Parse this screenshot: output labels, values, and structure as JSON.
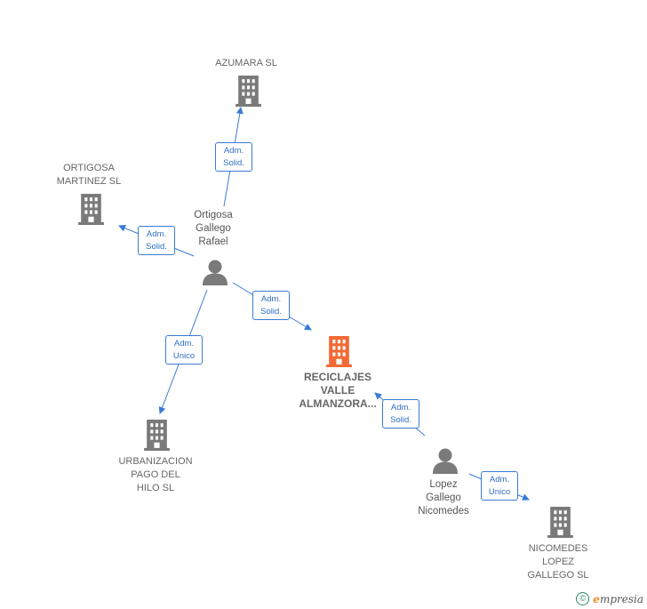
{
  "colors": {
    "company_icon": "#7a7a7a",
    "main_company_icon": "#f26a35",
    "person_icon": "#7a7a7a",
    "edge": "#3a7bd5"
  },
  "nodes": {
    "azumara": {
      "label": "AZUMARA SL",
      "icon": "building-icon"
    },
    "ortigosa_martinez": {
      "label": "ORTIGOSA\nMARTINEZ SL",
      "icon": "building-icon"
    },
    "ortigosa_rafael": {
      "label": "Ortigosa\nGallego\nRafael",
      "icon": "person-icon"
    },
    "reciclajes": {
      "label": "RECICLAJES\nVALLE\nALMANZORA...",
      "icon": "building-icon"
    },
    "urbanizacion": {
      "label": "URBANIZACION\nPAGO DEL\nHILO  SL",
      "icon": "building-icon"
    },
    "lopez_nicomedes": {
      "label": "Lopez\nGallego\nNicomedes",
      "icon": "person-icon"
    },
    "nicomedes_lopez": {
      "label": "NICOMEDES\nLOPEZ\nGALLEGO  SL",
      "icon": "building-icon"
    }
  },
  "edges": {
    "rafael_azumara": "Adm.\nSolid.",
    "rafael_ortigosa_martinez": "Adm.\nSolid.",
    "rafael_reciclajes": "Adm.\nSolid.",
    "rafael_urbanizacion": "Adm.\nUnico",
    "nicomedes_reciclajes": "Adm.\nSolid.",
    "nicomedes_nicomedes_sl": "Adm.\nUnico"
  },
  "footer": {
    "copyright": "©",
    "brand_initial": "e",
    "brand_rest": "mpresia"
  }
}
